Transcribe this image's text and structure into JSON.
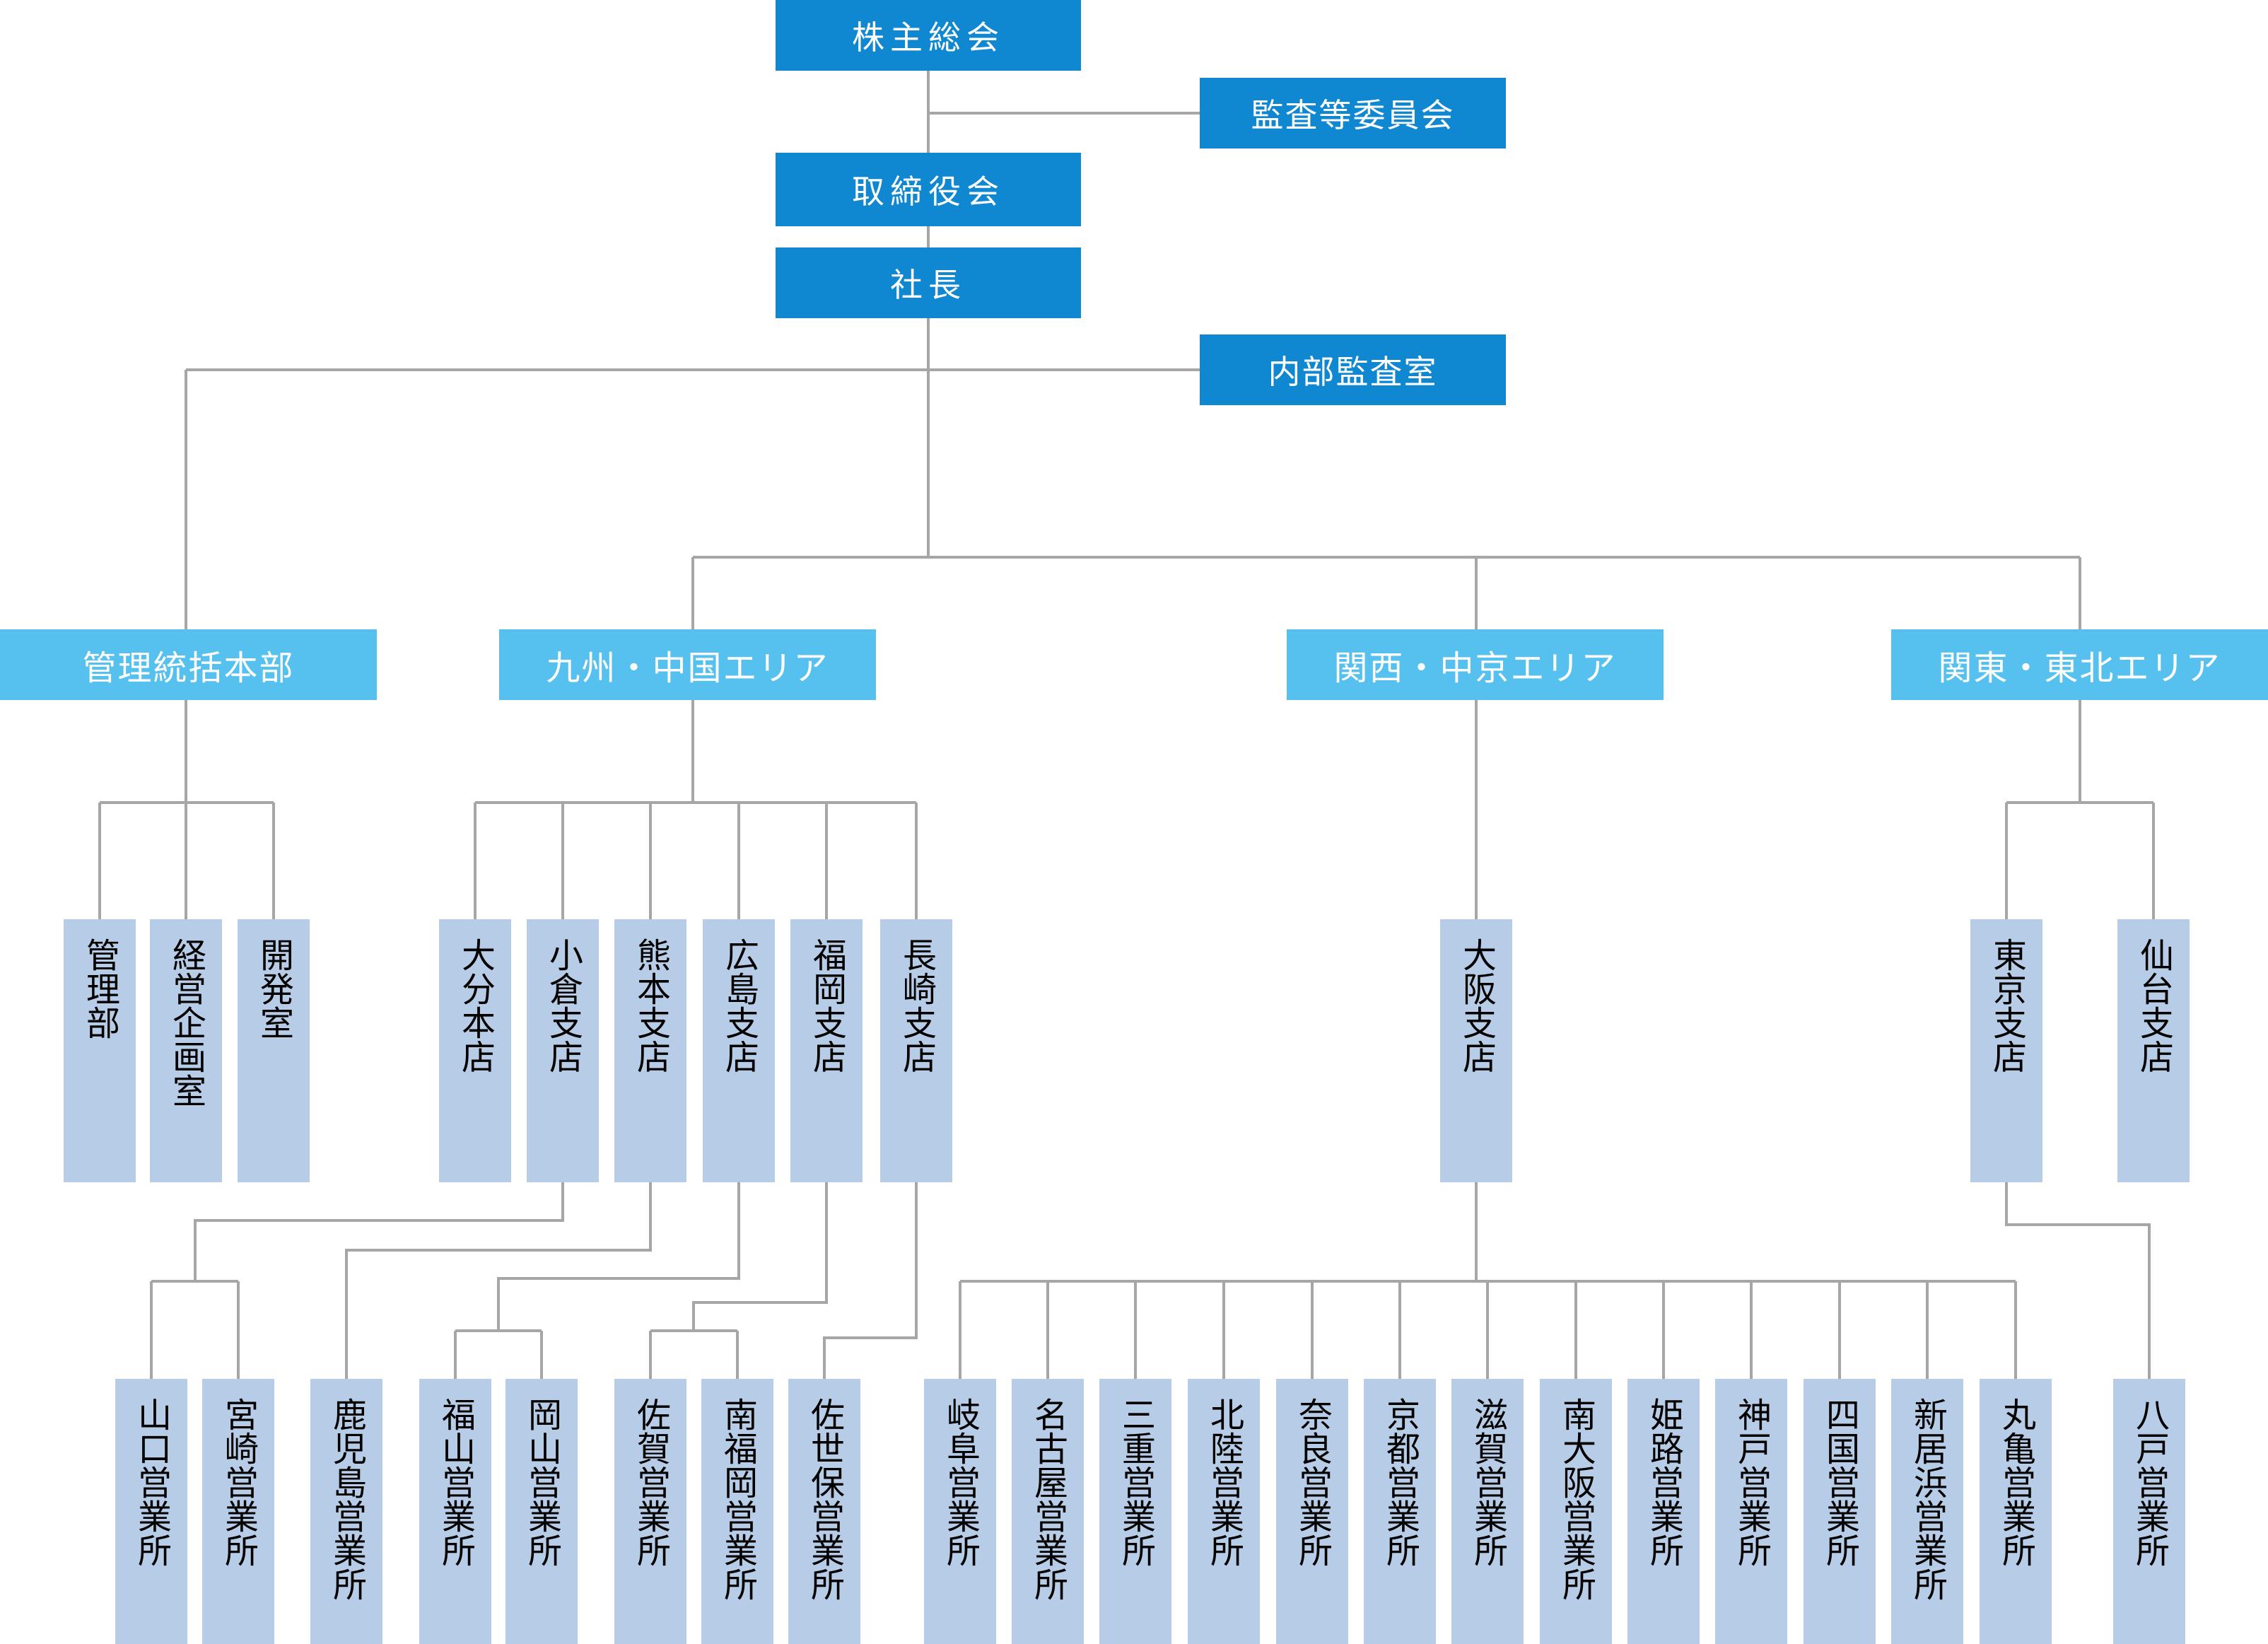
{
  "top": {
    "shareholders": "株主総会",
    "audit_committee": "監査等委員会",
    "board": "取締役会",
    "president": "社長",
    "internal_audit": "内部監査室"
  },
  "divisions": {
    "admin": "管理統括本部",
    "kyushu_chugoku": "九州・中国エリア",
    "kansai_chukyo": "関西・中京エリア",
    "kanto_tohoku": "関東・東北エリア"
  },
  "departments": {
    "kanri": "管理部",
    "keiei": "経営企画室",
    "kaihatsu": "開発室",
    "oita": "大分本店",
    "kokura": "小倉支店",
    "kumamoto": "熊本支店",
    "hiroshima": "広島支店",
    "fukuoka": "福岡支店",
    "nagasaki": "長崎支店",
    "osaka": "大阪支店",
    "tokyo": "東京支店",
    "sendai": "仙台支店"
  },
  "offices": {
    "yamaguchi": "山口営業所",
    "miyazaki": "宮崎営業所",
    "kagoshima": "鹿児島営業所",
    "fukuyama": "福山営業所",
    "okayama": "岡山営業所",
    "saga": "佐賀営業所",
    "minamifukuoka": "南福岡営業所",
    "sasebo": "佐世保営業所",
    "gifu": "岐阜営業所",
    "nagoya": "名古屋営業所",
    "mie": "三重営業所",
    "hokuriku": "北陸営業所",
    "nara": "奈良営業所",
    "kyoto": "京都営業所",
    "shiga": "滋賀営業所",
    "minamiosaka": "南大阪営業所",
    "himeji": "姫路営業所",
    "kobe": "神戸営業所",
    "shikoku": "四国営業所",
    "niihama": "新居浜営業所",
    "marugame": "丸亀営業所",
    "hachinohe": "八戸営業所"
  }
}
